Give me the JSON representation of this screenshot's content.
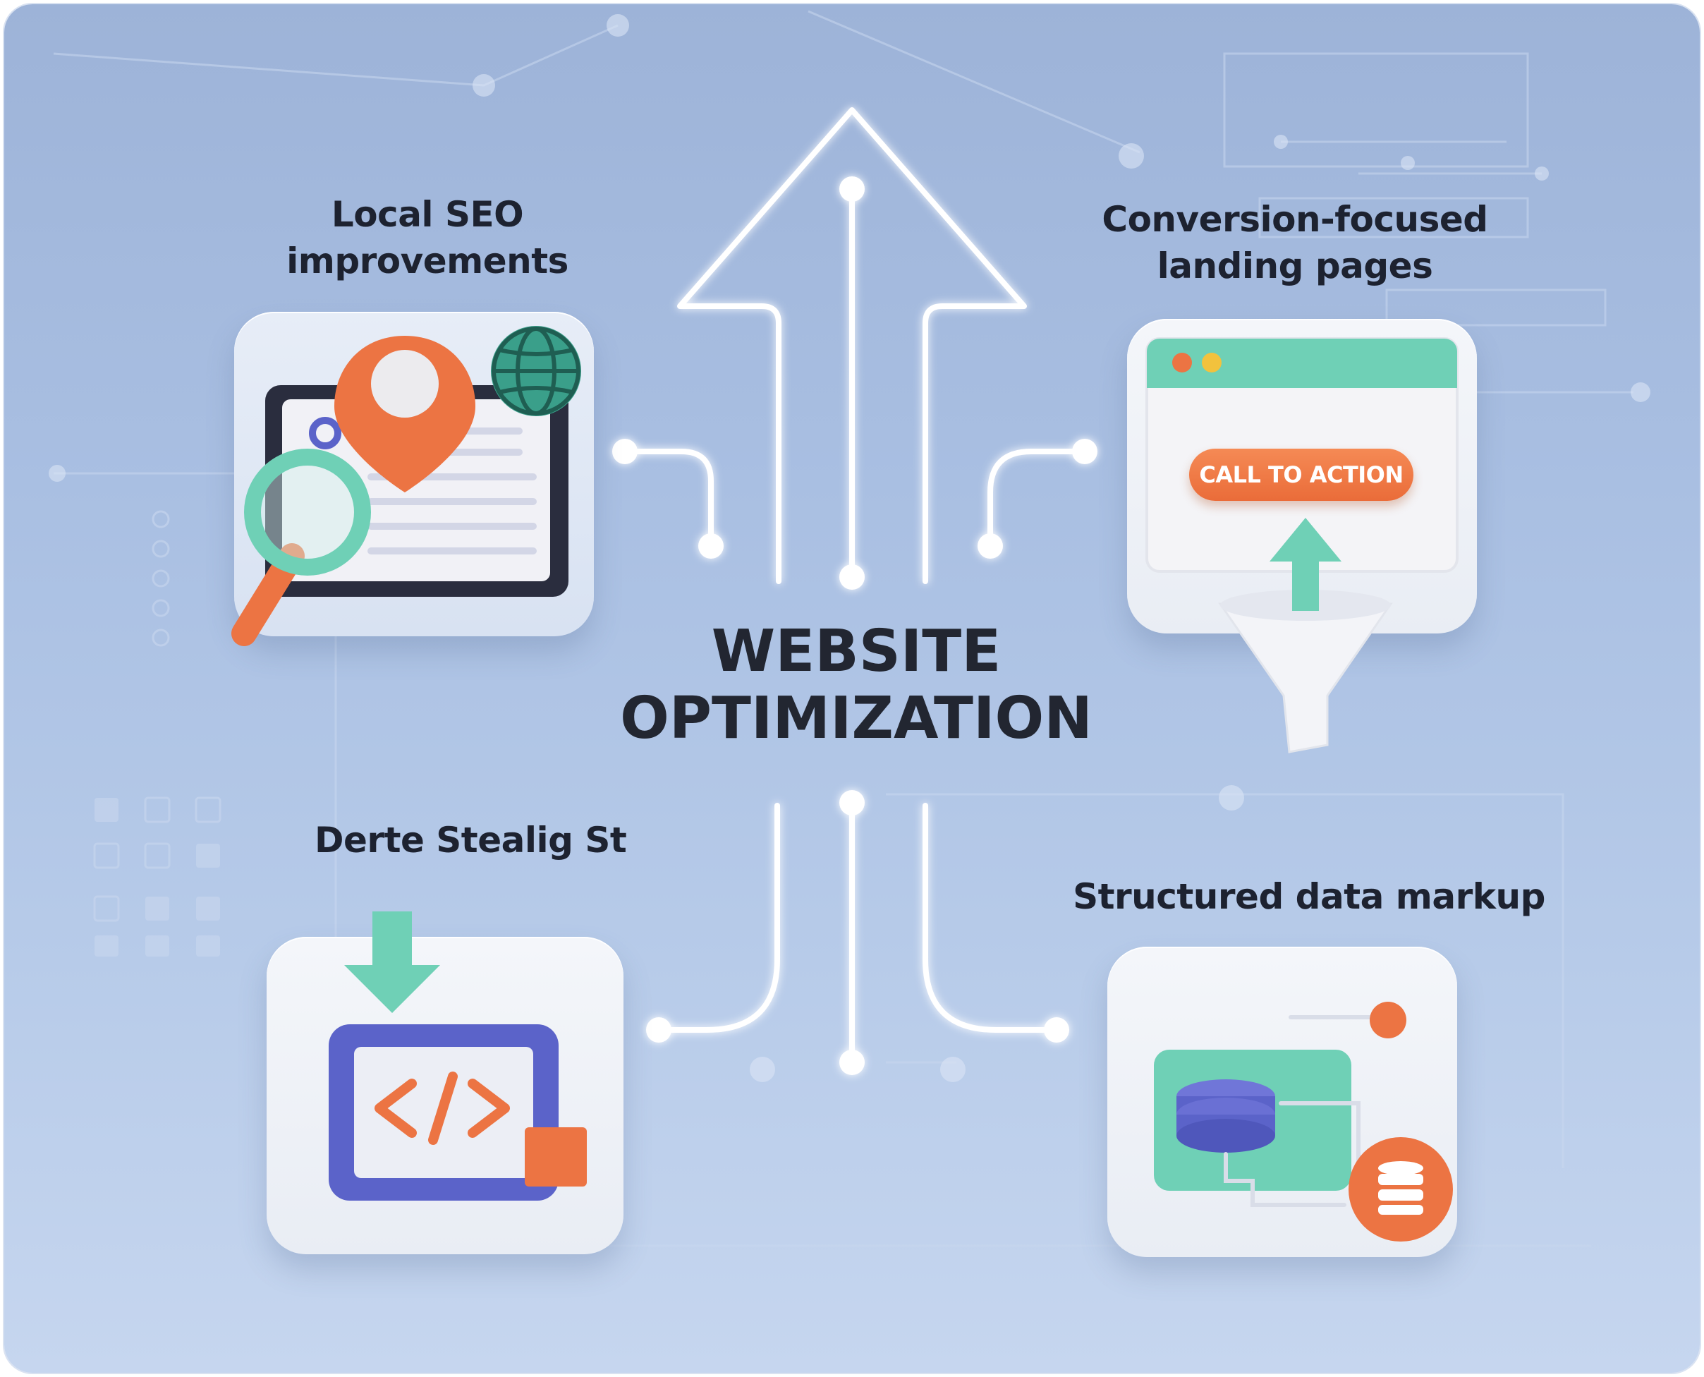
{
  "title": {
    "line1": "WEBSITE",
    "line2": "OPTIMIZATION"
  },
  "nodes": {
    "local_seo": {
      "line1": "Local SEO",
      "line2": "improvements",
      "icon": "map-pin-magnifier-globe-icon"
    },
    "conversion": {
      "line1": "Conversion-focused",
      "line2": "landing pages",
      "cta_label": "CALL TO ACTION",
      "icon": "browser-funnel-icon"
    },
    "derte": {
      "line1": "Derte Stealig St",
      "icon": "code-download-icon"
    },
    "structured": {
      "line1": "Structured data markup",
      "icon": "database-schema-icon"
    }
  },
  "colors": {
    "accent_orange": "#ec7443",
    "accent_teal": "#6fd0b6",
    "accent_indigo": "#5b63c9",
    "text_dark": "#1d2230",
    "glow_line": "#ffffff"
  }
}
